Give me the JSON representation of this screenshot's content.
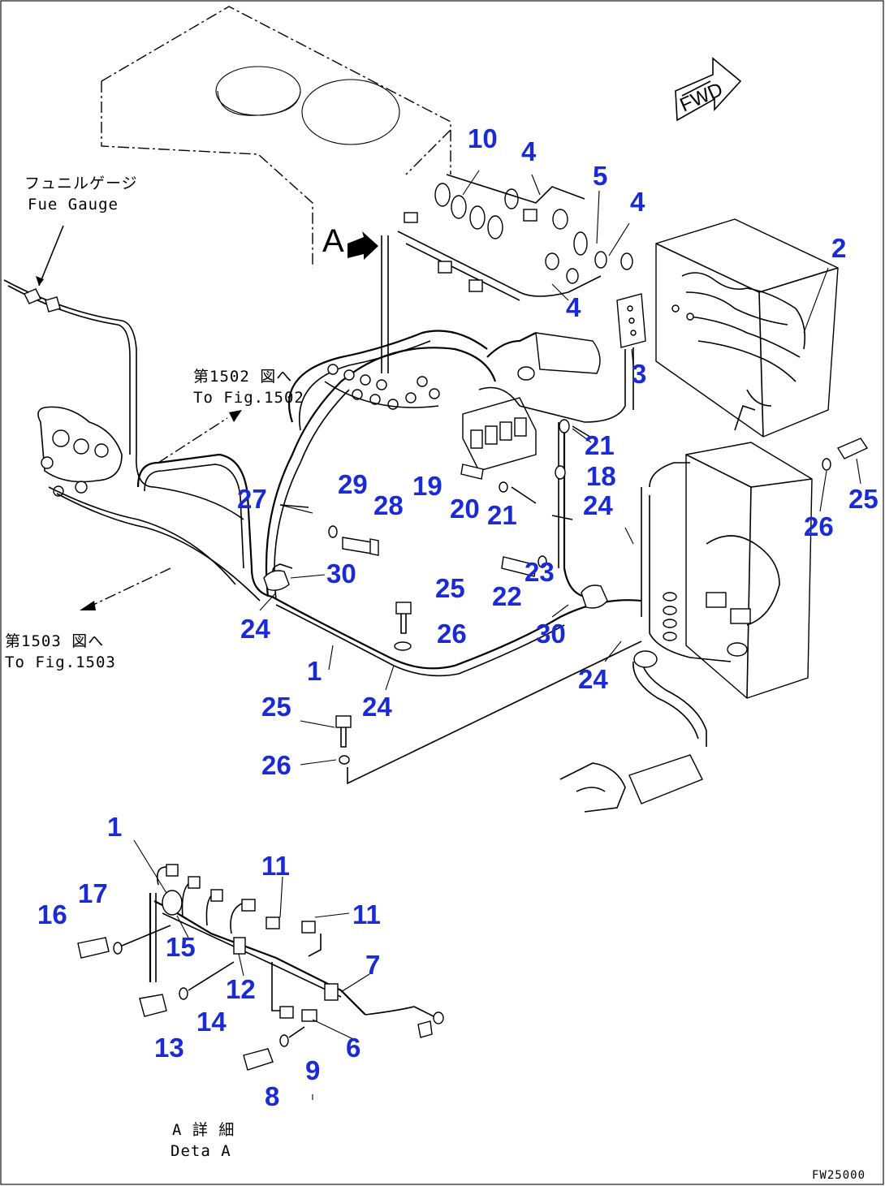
{
  "colors": {
    "callout": "#1a2bd6",
    "line": "#000000",
    "background": "#ffffff"
  },
  "notes": {
    "fuel_gauge_jp": "フュニルゲージ",
    "fuel_gauge_en": "Fue  Gauge",
    "to_fig_1502_jp": "第1502 図へ",
    "to_fig_1502_en": "To Fig.1502",
    "to_fig_1503_jp": "第1503 図へ",
    "to_fig_1503_en": "To Fig.1503",
    "view_a": "A",
    "fwd": "FWD",
    "detail_a_jp": "A 詳 細",
    "detail_a_en": "Deta  A",
    "drawing_code": "FW25000"
  },
  "callouts": [
    "10",
    "4",
    "5",
    "4",
    "2",
    "4",
    "3",
    "21",
    "18",
    "19",
    "20",
    "21",
    "24",
    "25",
    "26",
    "27",
    "29",
    "28",
    "30",
    "25",
    "26",
    "23",
    "22",
    "24",
    "30",
    "24",
    "1",
    "24",
    "25",
    "26",
    "1",
    "17",
    "16",
    "15",
    "11",
    "11",
    "12",
    "14",
    "13",
    "7",
    "6",
    "9",
    "8"
  ]
}
